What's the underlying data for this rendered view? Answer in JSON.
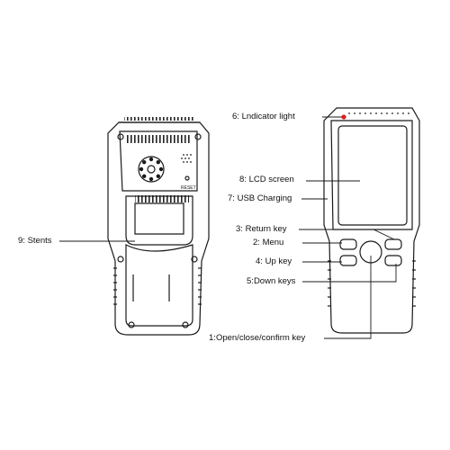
{
  "labels": {
    "indicator": {
      "num": "6",
      "sep": ": ",
      "text": "Lndicator light"
    },
    "lcd": {
      "num": "8",
      "sep": ": ",
      "text": "LCD screen"
    },
    "usb": {
      "num": "7",
      "sep": ": ",
      "text": "USB Charging"
    },
    "return_key": {
      "num": "3",
      "sep": ": ",
      "text": "Return key"
    },
    "menu": {
      "num": "2",
      "sep": ": ",
      "text": "Menu"
    },
    "up_key": {
      "num": "4",
      "sep": ": ",
      "text": "Up key"
    },
    "down_keys": {
      "num": "5",
      "sep": ":",
      "text": "Down keys"
    },
    "confirm_key": {
      "num": "1",
      "sep": ":",
      "text": "Open/close/confirm key"
    },
    "stents": {
      "num": "9",
      "sep": ": ",
      "text": "Stents"
    }
  },
  "back_panel": {
    "reset_text": "RESET"
  },
  "colors": {
    "outline": "#1a1a1a",
    "indicator": "#e01b1b",
    "background": "#ffffff"
  }
}
